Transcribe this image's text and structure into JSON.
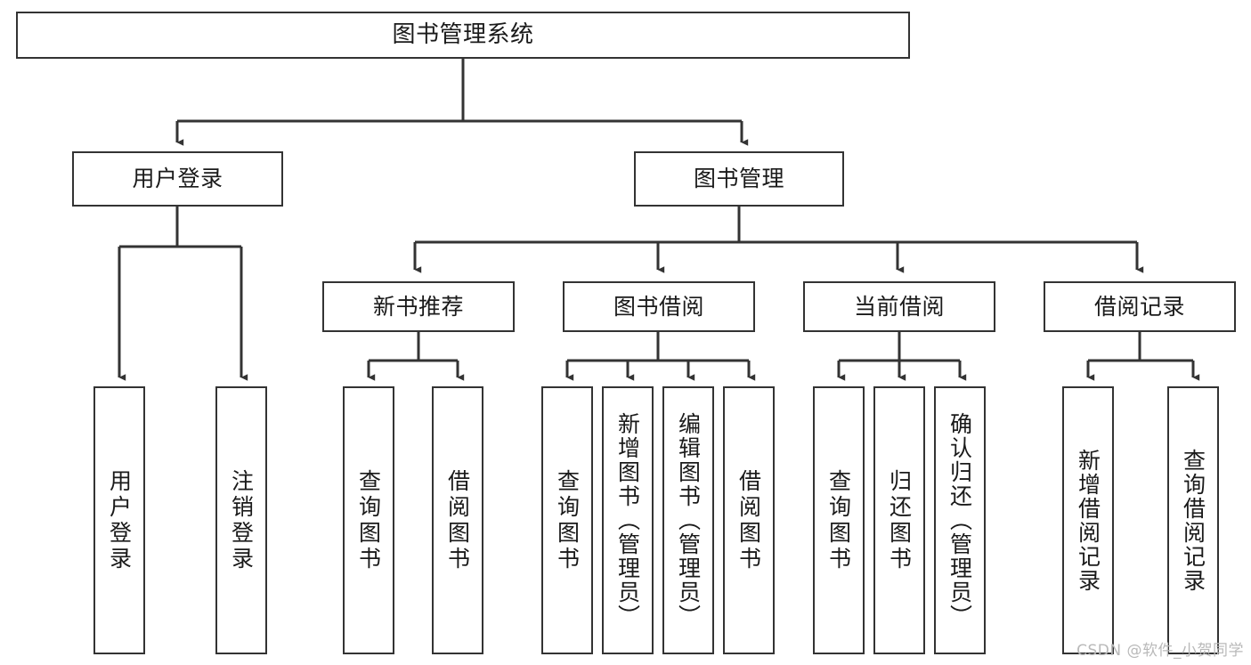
{
  "diagram": {
    "title": "图书管理系统",
    "type": "tree-hierarchy",
    "colors": {
      "box_border": "#333333",
      "box_fill": "#ffffff",
      "edge": "#333333",
      "text": "#1a1a1a",
      "watermark": "#b9b9b9",
      "background": "#ffffff"
    }
  },
  "watermark": {
    "text": "CSDN @软件_小贺同学"
  },
  "nodes": {
    "root": {
      "label": "图书管理系统"
    },
    "level2": [
      {
        "id": "user-login",
        "label": "用户登录"
      },
      {
        "id": "book-manage",
        "label": "图书管理"
      }
    ],
    "level3": [
      {
        "id": "new-book-recommend",
        "label": "新书推荐"
      },
      {
        "id": "book-borrow",
        "label": "图书借阅"
      },
      {
        "id": "current-borrow",
        "label": "当前借阅"
      },
      {
        "id": "borrow-record",
        "label": "借阅记录"
      }
    ],
    "leaves": {
      "user_login": [
        {
          "id": "leaf-user-login",
          "label": "用户登录"
        },
        {
          "id": "leaf-logout-login",
          "label": "注销登录"
        }
      ],
      "new_book_recommend": [
        {
          "id": "leaf-query-book-1",
          "label": "查询图书"
        },
        {
          "id": "leaf-borrow-book-1",
          "label": "借阅图书"
        }
      ],
      "book_borrow": [
        {
          "id": "leaf-query-book-2",
          "label": "查询图书"
        },
        {
          "id": "leaf-add-book-admin",
          "label": "新增图书（管理员）"
        },
        {
          "id": "leaf-edit-book-admin",
          "label": "编辑图书（管理员）"
        },
        {
          "id": "leaf-borrow-book-2",
          "label": "借阅图书"
        }
      ],
      "current_borrow": [
        {
          "id": "leaf-query-book-3",
          "label": "查询图书"
        },
        {
          "id": "leaf-return-book",
          "label": "归还图书"
        },
        {
          "id": "leaf-confirm-return-admin",
          "label": "确认归还（管理员）"
        }
      ],
      "borrow_record": [
        {
          "id": "leaf-add-borrow-record",
          "label": "新增借阅记录"
        },
        {
          "id": "leaf-query-borrow-record",
          "label": "查询借阅记录"
        }
      ]
    }
  }
}
